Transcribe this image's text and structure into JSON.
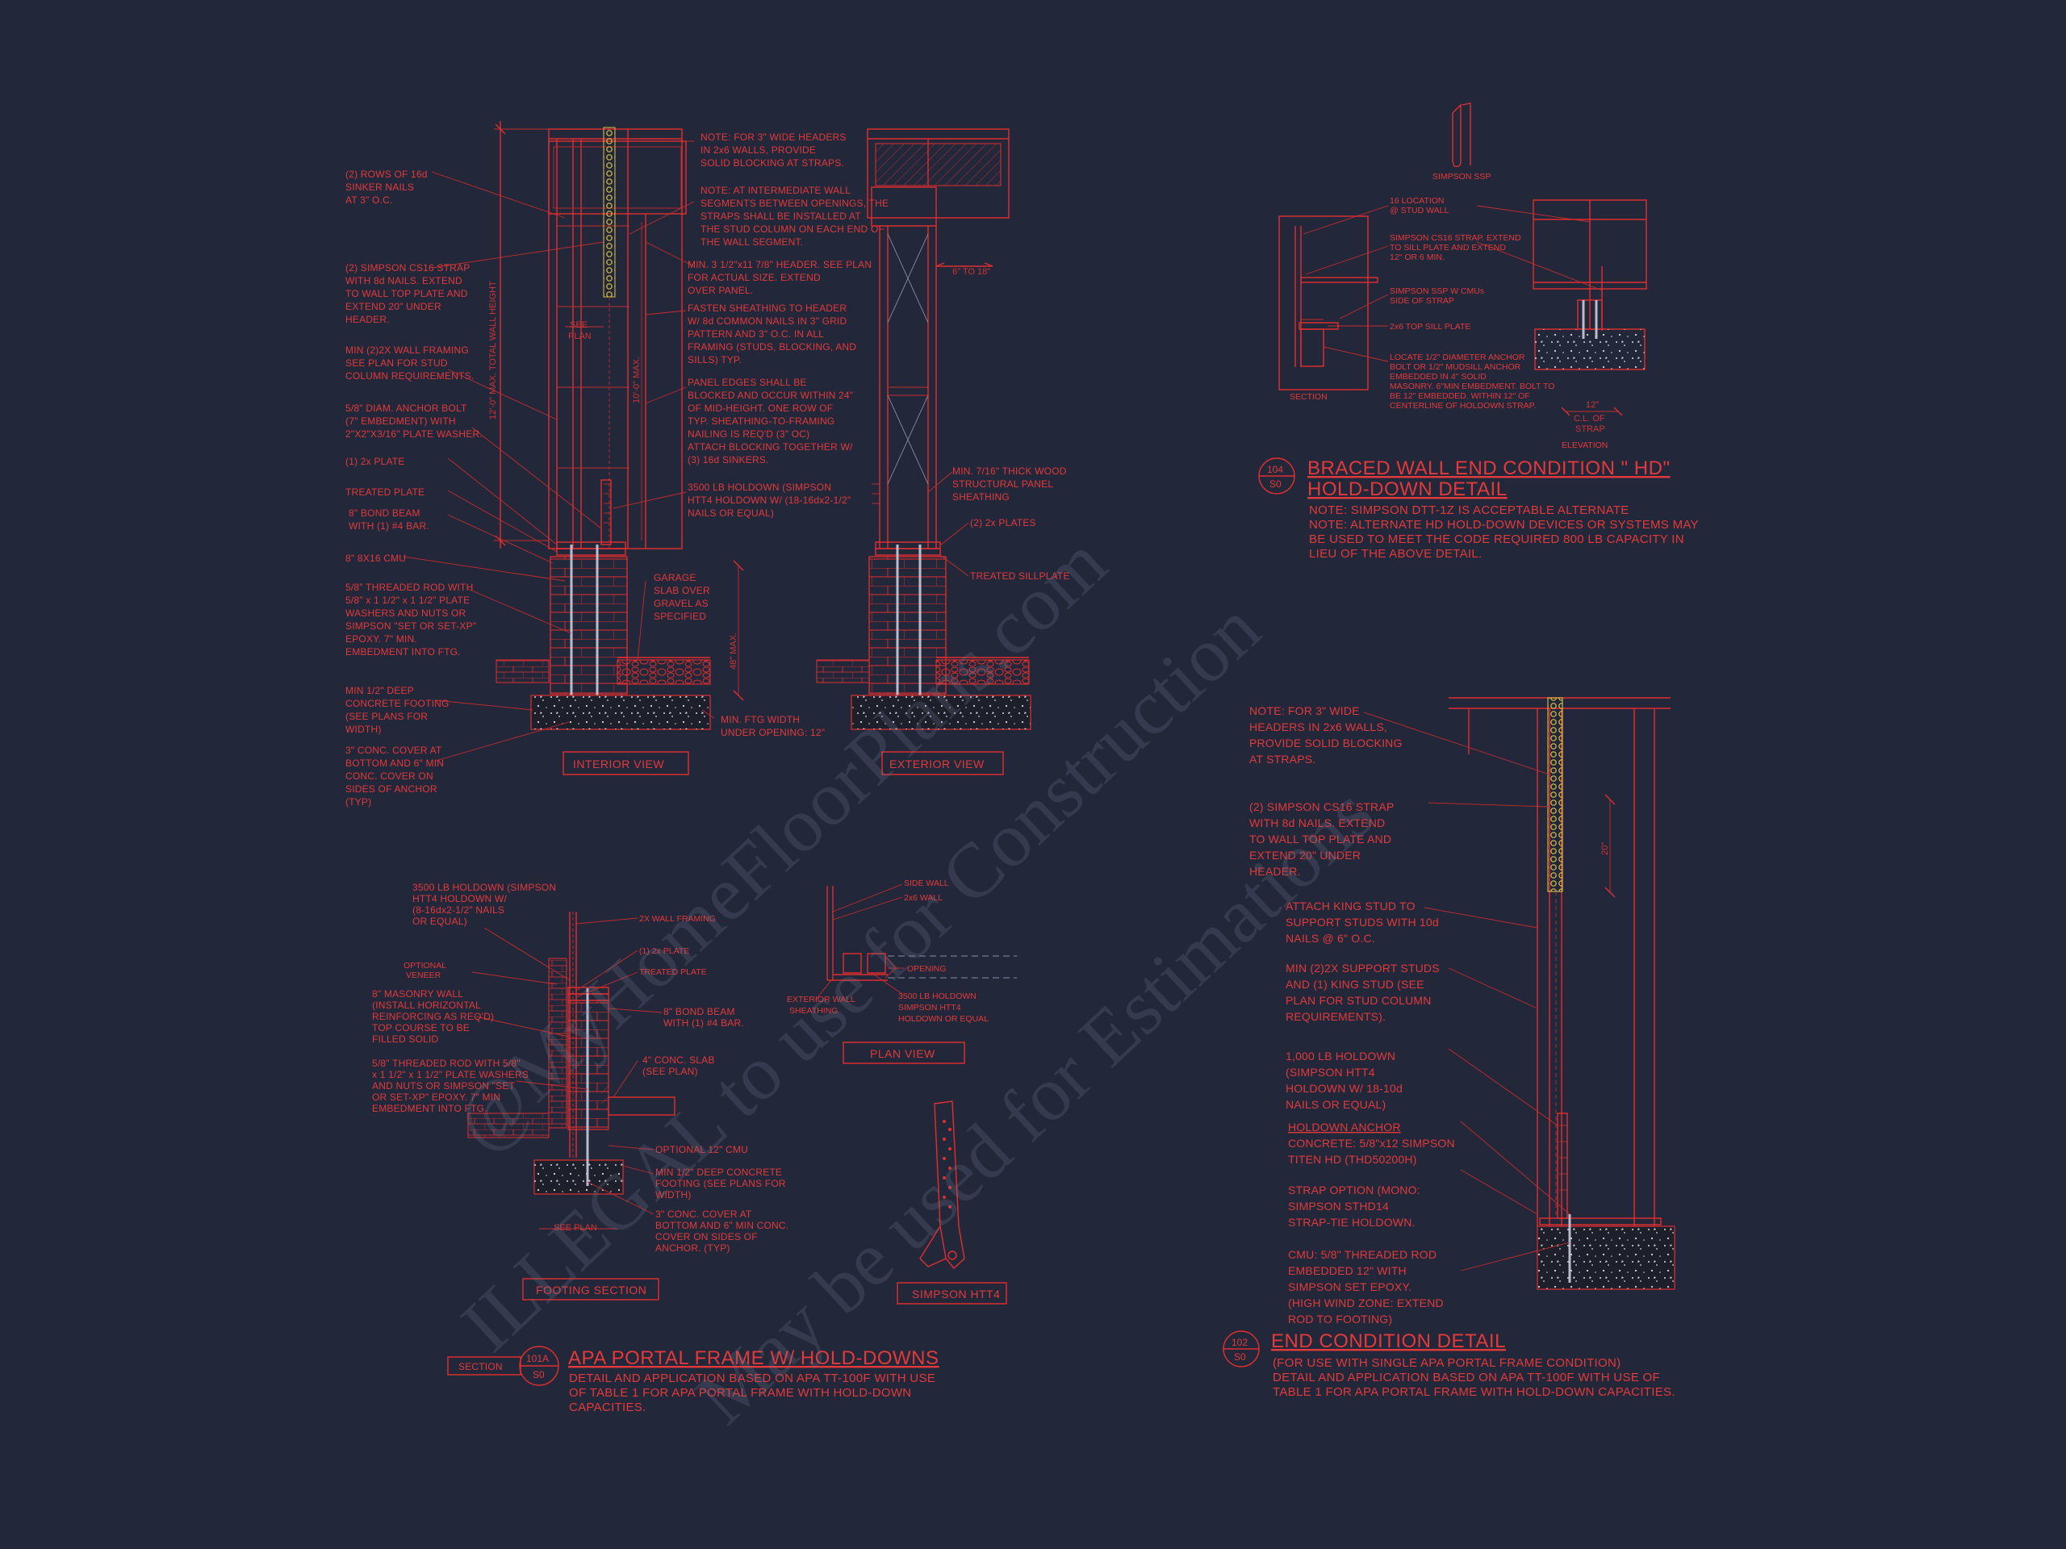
{
  "colors": {
    "background": "#23273a",
    "linework": "#e02f2f",
    "strap": "#d8c24a",
    "rod": "#b8bccc"
  },
  "watermark": {
    "line1": "@MyHomeFloorPlans.com",
    "line2": "ILLEGAL to use for Construction",
    "line3": "May be used for Estimations"
  },
  "detail_interior": {
    "notes_left": [
      [
        "(2) ROWS OF 16d",
        "SINKER NAILS",
        "AT 3\" O.C."
      ],
      [
        "(2) SIMPSON CS16 STRAP",
        "WITH 8d NAILS. EXTEND",
        "TO WALL TOP PLATE AND",
        "EXTEND 20\" UNDER",
        "HEADER."
      ],
      [
        "MIN (2)2X WALL FRAMING",
        "SEE PLAN FOR STUD",
        "COLUMN REQUIREMENTS."
      ],
      [
        "5/8\" DIAM. ANCHOR BOLT",
        "(7\" EMBEDMENT) WITH",
        "2\"X2\"X3/16\" PLATE WASHER."
      ],
      [
        "(1) 2x PLATE"
      ],
      [
        "TREATED PLATE"
      ],
      [
        "8\" BOND BEAM",
        "WITH (1) #4 BAR."
      ],
      [
        "8\" 8X16 CMU"
      ],
      [
        "5/8\" THREADED ROD WITH",
        "5/8\" x 1 1/2\" x 1 1/2\" PLATE",
        "WASHERS AND NUTS OR",
        "SIMPSON \"SET OR SET-XP\"",
        "EPOXY.  7\" MIN.",
        "EMBEDMENT INTO FTG."
      ],
      [
        "MIN 1/2\" DEEP",
        "CONCRETE FOOTING",
        "(SEE PLANS FOR",
        "WIDTH)"
      ],
      [
        "3\" CONC. COVER AT",
        "BOTTOM AND 6\" MIN",
        "CONC. COVER ON",
        "SIDES OF ANCHOR",
        "(TYP)"
      ]
    ],
    "notes_right": [
      [
        "NOTE: FOR 3\" WIDE HEADERS",
        "IN 2x6 WALLS, PROVIDE",
        "SOLID BLOCKING AT STRAPS."
      ],
      [
        "NOTE: AT INTERMEDIATE WALL",
        "SEGMENTS BETWEEN OPENINGS, THE",
        "STRAPS SHALL BE INSTALLED AT",
        "THE STUD COLUMN ON EACH END OF",
        "THE WALL SEGMENT."
      ],
      [
        "MIN. 3 1/2\"x11 7/8\" HEADER. SEE PLAN",
        "FOR ACTUAL SIZE. EXTEND",
        "OVER PANEL."
      ],
      [
        "FASTEN SHEATHING TO HEADER",
        "W/ 8d COMMON NAILS IN 3\" GRID",
        "PATTERN AND 3\" O.C. IN ALL",
        "FRAMING (STUDS, BLOCKING, AND",
        "SILLS) TYP."
      ],
      [
        "PANEL EDGES SHALL BE",
        "BLOCKED AND OCCUR WITHIN 24\"",
        "OF MID-HEIGHT.  ONE ROW OF",
        "TYP. SHEATHING-TO-FRAMING",
        "NAILING IS REQ'D (3\" OC)",
        "ATTACH BLOCKING TOGETHER W/",
        "(3) 16d SINKERS."
      ],
      [
        "3500 LB HOLDOWN (SIMPSON",
        "HTT4 HOLDOWN W/ (18-16dx2-1/2\"",
        "NAILS OR EQUAL)"
      ],
      [
        "GARAGE",
        "SLAB OVER",
        "GRAVEL AS",
        "SPECIFIED"
      ],
      [
        "MIN. FTG WIDTH",
        "UNDER OPENING: 12\""
      ]
    ],
    "dims": {
      "wall_height": "12'-0\" MAX. TOTAL WALL HEIGHT",
      "header_height": "10'-0\" MAX.",
      "see_plan": [
        "SEE",
        "PLAN"
      ],
      "depth": "48\" MAX."
    },
    "view_label": "INTERIOR VIEW"
  },
  "detail_exterior": {
    "dim": "6\" TO 18\"",
    "notes": [
      [
        "MIN. 7/16\" THICK WOOD",
        "STRUCTURAL PANEL",
        "SHEATHING"
      ],
      [
        "(2) 2x PLATES"
      ],
      [
        "TREATED SILLPLATE"
      ]
    ],
    "view_label": "EXTERIOR VIEW"
  },
  "detail_104": {
    "top_label": "SIMPSON SSP",
    "notes": [
      [
        "16 LOCATION",
        "@ STUD WALL"
      ],
      [
        "SIMPSON CS16 STRAP. EXTEND",
        "TO SILL PLATE AND EXTEND",
        "12\" OR 6 MIN."
      ],
      [
        "SIMPSON SSP W CMUs",
        "SIDE OF STRAP"
      ],
      [
        "2x6 TOP SILL PLATE"
      ],
      [
        "LOCATE 1/2\" DIAMETER ANCHOR",
        "BOLT OR 1/2\" MUDSILL ANCHOR",
        "EMBEDDED IN 4\" SOLID",
        "MASONRY. 6\"MIN EMBEDMENT. BOLT TO",
        "BE 12\" EMBEDDED. WITHIN 12\" OF",
        "CENTERLINE OF HOLDOWN STRAP."
      ]
    ],
    "section_label": "SECTION",
    "elevation_label": "ELEVATION",
    "dim": [
      "12\"",
      "C.L. OF",
      "STRAP"
    ],
    "bubble": [
      "104",
      "S0"
    ],
    "title": [
      "BRACED WALL END CONDITION \" HD\"",
      "HOLD-DOWN DETAIL"
    ],
    "note_lines": [
      "NOTE: SIMPSON DTT-1Z IS ACCEPTABLE ALTERNATE",
      "NOTE: ALTERNATE HD HOLD-DOWN DEVICES OR SYSTEMS MAY",
      "BE USED TO MEET THE CODE REQUIRED 800 LB CAPACITY IN",
      "LIEU OF THE ABOVE DETAIL."
    ]
  },
  "detail_102": {
    "notes": [
      [
        "NOTE: FOR 3\" WIDE",
        "HEADERS IN 2x6 WALLS,",
        "PROVIDE SOLID BLOCKING",
        "AT STRAPS."
      ],
      [
        "(2) SIMPSON CS16 STRAP",
        "WITH 8d NAILS. EXTEND",
        "TO WALL TOP PLATE AND",
        "EXTEND 20\" UNDER",
        "HEADER."
      ],
      [
        "ATTACH KING STUD TO",
        "SUPPORT STUDS WITH 10d",
        "NAILS @ 6\" O.C."
      ],
      [
        "MIN (2)2X SUPPORT STUDS",
        "AND (1) KING STUD (SEE",
        "PLAN FOR STUD COLUMN",
        "REQUIREMENTS)."
      ],
      [
        "1,000 LB HOLDOWN",
        "(SIMPSON HTT4",
        "HOLDOWN W/ 18-10d",
        "NAILS OR EQUAL)"
      ],
      [
        "HOLDOWN ANCHOR",
        "CONCRETE: 5/8\"x12 SIMPSON",
        "TITEN HD (THD50200H)"
      ],
      [
        "STRAP OPTION (MONO:",
        "SIMPSON STHD14",
        "STRAP-TIE HOLDOWN."
      ],
      [
        "CMU: 5/8\" THREADED ROD",
        "EMBEDDED 12\" WITH",
        "SIMPSON SET EPOXY.",
        "(HIGH WIND ZONE: EXTEND",
        "ROD TO FOOTING)"
      ]
    ],
    "dim": "20\"",
    "bubble": [
      "102",
      "S0"
    ],
    "title": "END CONDITION DETAIL",
    "note_lines": [
      "(FOR USE WITH SINGLE APA PORTAL FRAME CONDITION)",
      "DETAIL AND APPLICATION BASED ON APA TT-100F WITH USE OF",
      "TABLE 1 FOR APA PORTAL FRAME WITH HOLD-DOWN CAPACITIES."
    ]
  },
  "detail_footing": {
    "notes_left": [
      [
        "3500 LB HOLDOWN (SIMPSON",
        "HTT4 HOLDOWN W/",
        "(8-16dx2-1/2\" NAILS",
        "OR EQUAL)"
      ],
      [
        "OPTIONAL",
        "VENEER"
      ],
      [
        "8\" MASONRY WALL",
        "(INSTALL HORIZONTAL",
        "REINFORCING AS REQ'D)",
        "TOP COURSE TO BE",
        "FILLED SOLID"
      ],
      [
        "5/8\" THREADED ROD WITH 5/8\"",
        "x 1 1/2\" x 1 1/2\" PLATE WASHERS",
        "AND NUTS OR SIMPSON \"SET",
        "OR SET-XP\" EPOXY.  7\" MIN",
        "EMBEDMENT INTO FTG."
      ]
    ],
    "notes_right": [
      [
        "2X WALL FRAMING"
      ],
      [
        "(1) 2x PLATE"
      ],
      [
        "TREATED PLATE"
      ],
      [
        "8\" BOND BEAM",
        "WITH (1) #4 BAR."
      ],
      [
        "4\" CONC. SLAB",
        "(SEE PLAN)"
      ],
      [
        "OPTIONAL 12\" CMU"
      ],
      [
        "MIN 1/2\" DEEP CONCRETE",
        "FOOTING (SEE PLANS FOR",
        "WIDTH)"
      ],
      [
        "3\" CONC. COVER AT",
        "BOTTOM AND 6\" MIN CONC.",
        "COVER ON SIDES OF",
        "ANCHOR. (TYP)"
      ]
    ],
    "see_plan": "SEE PLAN",
    "view_label": "FOOTING SECTION"
  },
  "detail_plan": {
    "notes": [
      [
        "SIDE WALL"
      ],
      [
        "2x6 WALL"
      ],
      [
        "OPENING"
      ],
      [
        "EXTERIOR WALL",
        "SHEATHING"
      ],
      [
        "3500 LB HOLDOWN",
        "SIMPSON HTT4",
        "HOLDOWN OR EQUAL"
      ]
    ],
    "view_label": "PLAN VIEW"
  },
  "detail_htt4": {
    "view_label": "SIMPSON HTT4"
  },
  "detail_101": {
    "section_tag": "SECTION",
    "bubble": [
      "101A",
      "S0"
    ],
    "title": "APA PORTAL FRAME W/ HOLD-DOWNS",
    "note_lines": [
      "DETAIL AND APPLICATION BASED ON APA TT-100F WITH USE",
      "OF TABLE 1 FOR APA PORTAL FRAME WITH HOLD-DOWN",
      "CAPACITIES."
    ]
  }
}
